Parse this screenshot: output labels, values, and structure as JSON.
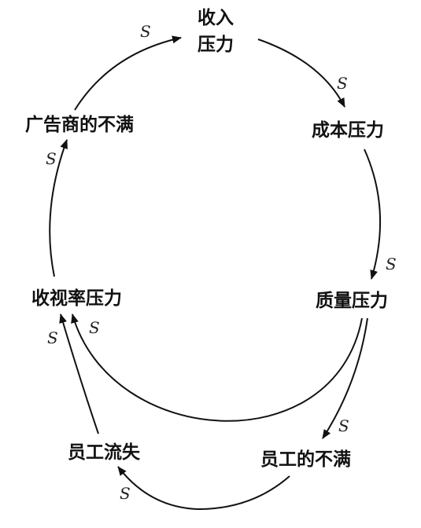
{
  "nodes": {
    "revenue_pressure": {
      "line1": "收入",
      "line2": "压力"
    },
    "cost_pressure": {
      "label": "成本压力"
    },
    "quality_pressure": {
      "label": "质量压力"
    },
    "employee_dissatisfaction": {
      "label": "员工的不满"
    },
    "employee_turnover": {
      "label": "员工流失"
    },
    "ratings_pressure": {
      "label": "收视率压力"
    },
    "advertiser_dissatisfaction": {
      "label": "广告商的不满"
    }
  },
  "links": [
    {
      "from": "advertiser_dissatisfaction",
      "to": "revenue_pressure",
      "polarity": "S"
    },
    {
      "from": "revenue_pressure",
      "to": "cost_pressure",
      "polarity": "S"
    },
    {
      "from": "cost_pressure",
      "to": "quality_pressure",
      "polarity": "S"
    },
    {
      "from": "quality_pressure",
      "to": "employee_dissatisfaction",
      "polarity": "S"
    },
    {
      "from": "quality_pressure",
      "to": "ratings_pressure",
      "polarity": "S"
    },
    {
      "from": "employee_dissatisfaction",
      "to": "employee_turnover",
      "polarity": "S"
    },
    {
      "from": "employee_turnover",
      "to": "ratings_pressure",
      "polarity": "S"
    },
    {
      "from": "ratings_pressure",
      "to": "advertiser_dissatisfaction",
      "polarity": "S"
    }
  ],
  "colors": {
    "ink": "#111111",
    "background": "#ffffff"
  }
}
